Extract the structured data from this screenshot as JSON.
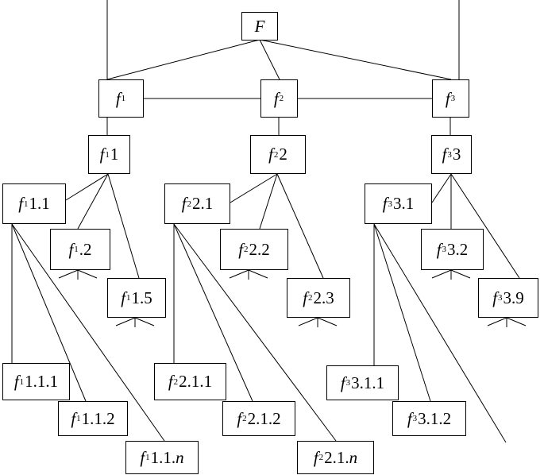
{
  "root": {
    "label": "F"
  },
  "subsystems": [
    {
      "id": "f1",
      "sym": "f",
      "sub": "1",
      "rest": ""
    },
    {
      "id": "f2",
      "sym": "f",
      "sub": "2",
      "rest": ""
    },
    {
      "id": "f3",
      "sym": "f",
      "sub": "3",
      "rest": ""
    }
  ],
  "level2": [
    {
      "id": "f1_1",
      "sym": "f",
      "sub": "1",
      "rest": "1"
    },
    {
      "id": "f2_2",
      "sym": "f",
      "sub": "2",
      "rest": "2"
    },
    {
      "id": "f3_3",
      "sym": "f",
      "sub": "3",
      "rest": "3"
    }
  ],
  "level3": [
    {
      "id": "f1_1_1",
      "sym": "f",
      "sub": "1",
      "rest": "1.1"
    },
    {
      "id": "f1_2",
      "sym": "f",
      "sub": "1",
      "rest": ".2"
    },
    {
      "id": "f1_5",
      "sym": "f",
      "sub": "1",
      "rest": "1.5"
    },
    {
      "id": "f2_2_1",
      "sym": "f",
      "sub": "2",
      "rest": "2.1"
    },
    {
      "id": "f2_2_2",
      "sym": "f",
      "sub": "2",
      "rest": "2.2"
    },
    {
      "id": "f2_2_3",
      "sym": "f",
      "sub": "2",
      "rest": "2.3"
    },
    {
      "id": "f3_3_1",
      "sym": "f",
      "sub": "3",
      "rest": "3.1"
    },
    {
      "id": "f3_3_2",
      "sym": "f",
      "sub": "3",
      "rest": "3.2"
    },
    {
      "id": "f3_3_9",
      "sym": "f",
      "sub": "3",
      "rest": "3.9"
    }
  ],
  "level4": [
    {
      "id": "f1_1_1_1",
      "sym": "f",
      "sub": "1",
      "rest": "1.1.1",
      "tail": ""
    },
    {
      "id": "f1_1_1_2",
      "sym": "f",
      "sub": "1",
      "rest": "1.1.2",
      "tail": ""
    },
    {
      "id": "f1_1_1_n",
      "sym": "f",
      "sub": "1",
      "rest": "1.1.",
      "tail": "n"
    },
    {
      "id": "f2_2_1_1",
      "sym": "f",
      "sub": "2",
      "rest": "2.1.1",
      "tail": ""
    },
    {
      "id": "f2_2_1_2",
      "sym": "f",
      "sub": "2",
      "rest": "2.1.2",
      "tail": ""
    },
    {
      "id": "f2_2_1_n",
      "sym": "f",
      "sub": "2",
      "rest": "2.1.",
      "tail": "n"
    },
    {
      "id": "f3_3_1_1",
      "sym": "f",
      "sub": "3",
      "rest": "3.1.1",
      "tail": ""
    },
    {
      "id": "f3_3_1_2",
      "sym": "f",
      "sub": "3",
      "rest": "3.1.2",
      "tail": ""
    }
  ],
  "colors": {
    "line": "#000000",
    "background": "#ffffff"
  }
}
